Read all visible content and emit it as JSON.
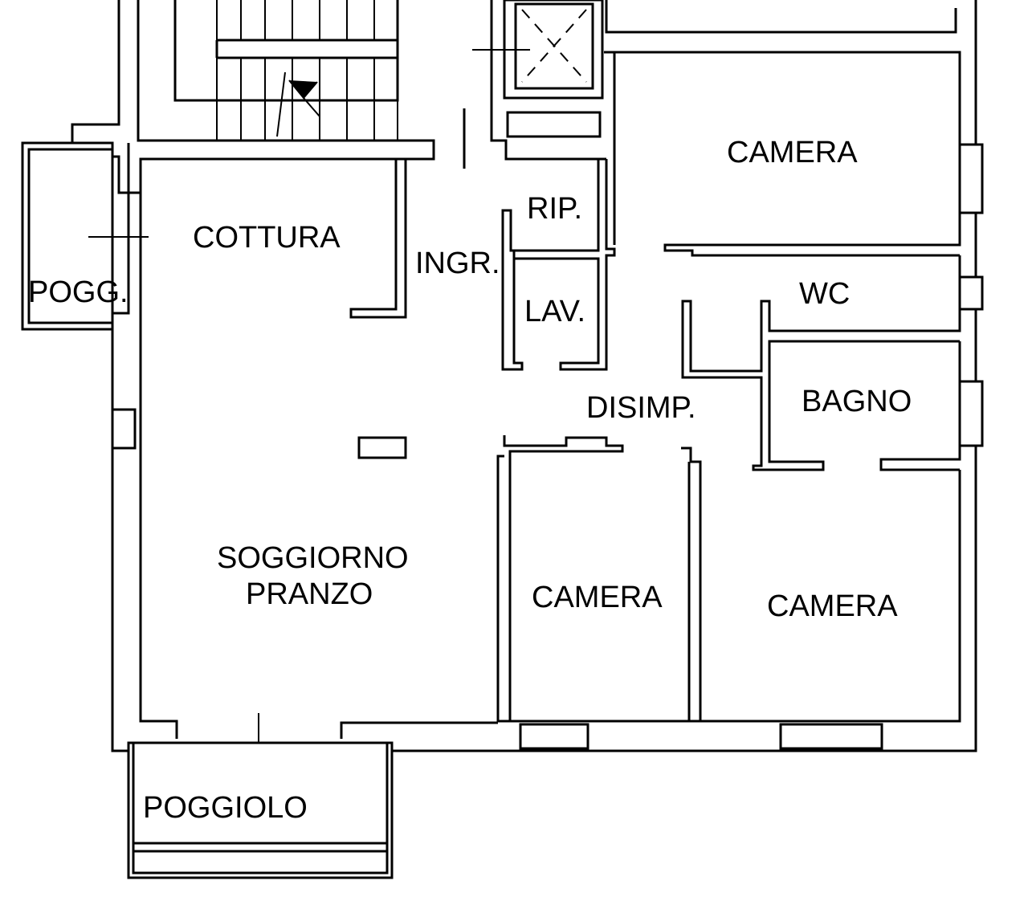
{
  "title": "Floor plan",
  "rooms": {
    "camera_top": "CAMERA",
    "rip": "RIP.",
    "cottura": "COTTURA",
    "ingr": "INGR.",
    "pogg": "POGG.",
    "lav": "LAV.",
    "wc": "WC",
    "bagno": "BAGNO",
    "disimp": "DISIMP.",
    "soggiorno_line1": "SOGGIORNO",
    "soggiorno_line2": "PRANZO",
    "camera_mid": "CAMERA",
    "camera_right": "CAMERA",
    "poggiolo": "POGGIOLO"
  }
}
